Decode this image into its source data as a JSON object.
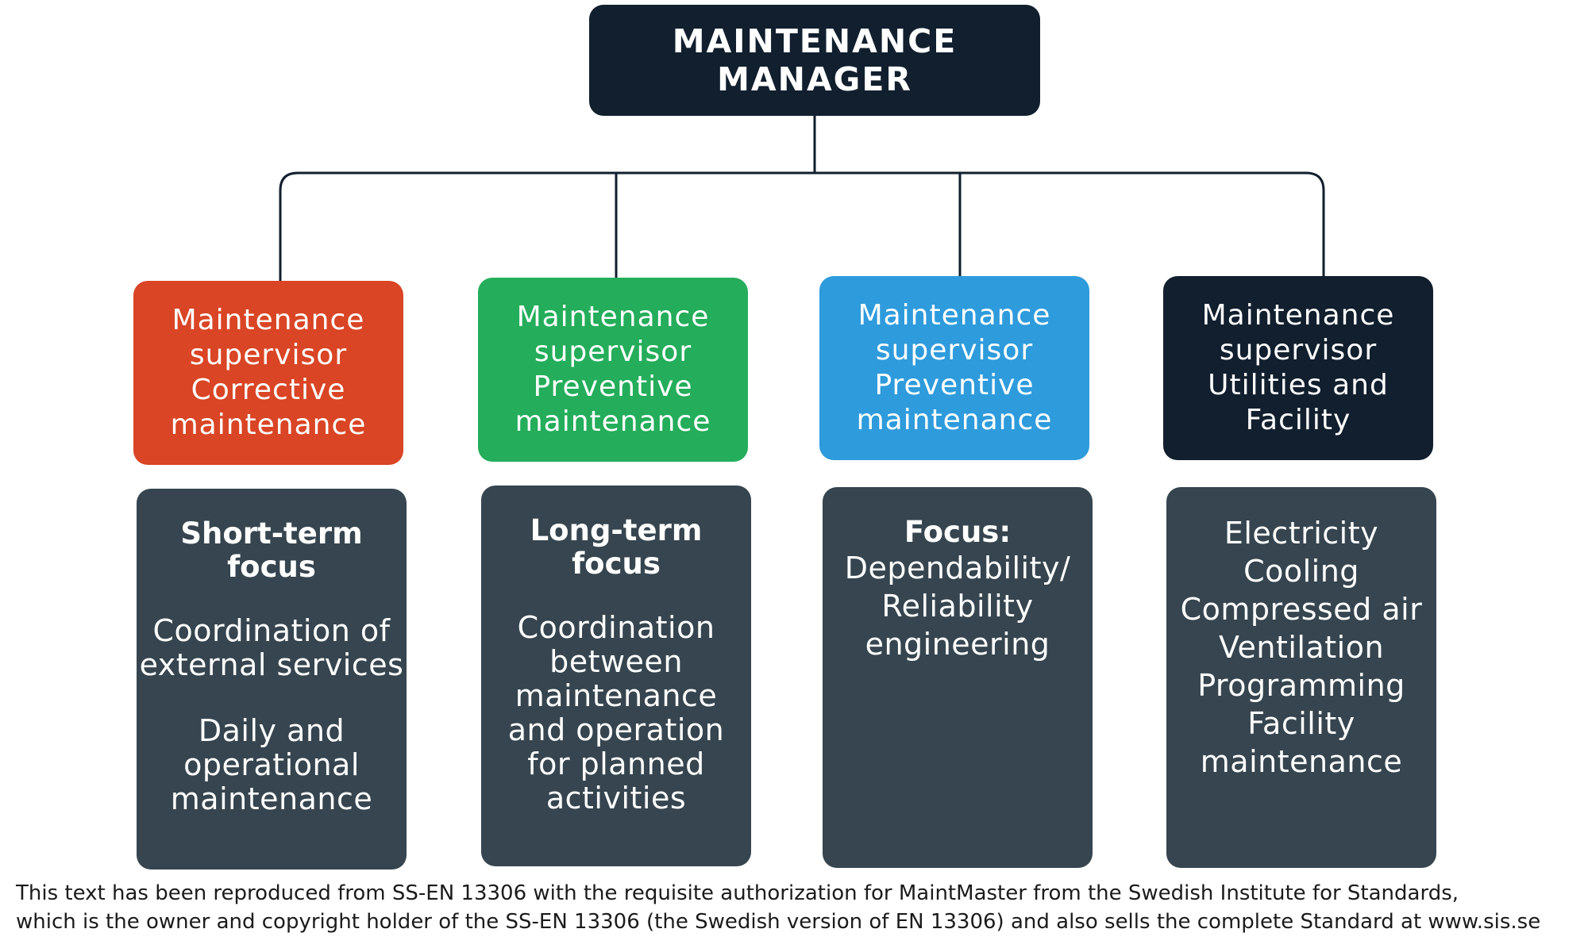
{
  "manager": {
    "title": "MAINTENANCE\nMANAGER",
    "color": "#111f2e"
  },
  "supervisors": [
    {
      "text": "Maintenance\nsupervisor\nCorrective\nmaintenance",
      "color": "#d94525"
    },
    {
      "text": "Maintenance\nsupervisor\nPreventive\nmaintenance",
      "color": "#24ad5a"
    },
    {
      "text": "Maintenance\nsupervisor\nPreventive\nmaintenance",
      "color": "#2e9bdc"
    },
    {
      "text": "Maintenance\nsupervisor\nUtilities and\nFacility",
      "color": "#111f2e"
    }
  ],
  "details": [
    {
      "heading": "Short-term\nfocus",
      "line1": "Coordination of\nexternal services",
      "line2": "Daily and\noperational\nmaintenance"
    },
    {
      "heading": "Long-term\nfocus",
      "line1": "Coordination\nbetween\nmaintenance\nand operation\nfor planned\nactivities"
    },
    {
      "heading": "Focus:",
      "line1": "Dependability/\nReliability\nengineering"
    },
    {
      "line1": "Electricity\nCooling\nCompressed air\nVentilation\nProgramming\nFacility\nmaintenance"
    }
  ],
  "detail_color": "#36454f",
  "footer": "This text has been reproduced from SS-EN 13306 with the requisite authorization for MaintMaster from the Swedish Institute for Standards,\nwhich is the owner and copyright holder of the SS-EN 13306 (the Swedish version of EN 13306) and also sells the complete Standard at www.sis.se"
}
